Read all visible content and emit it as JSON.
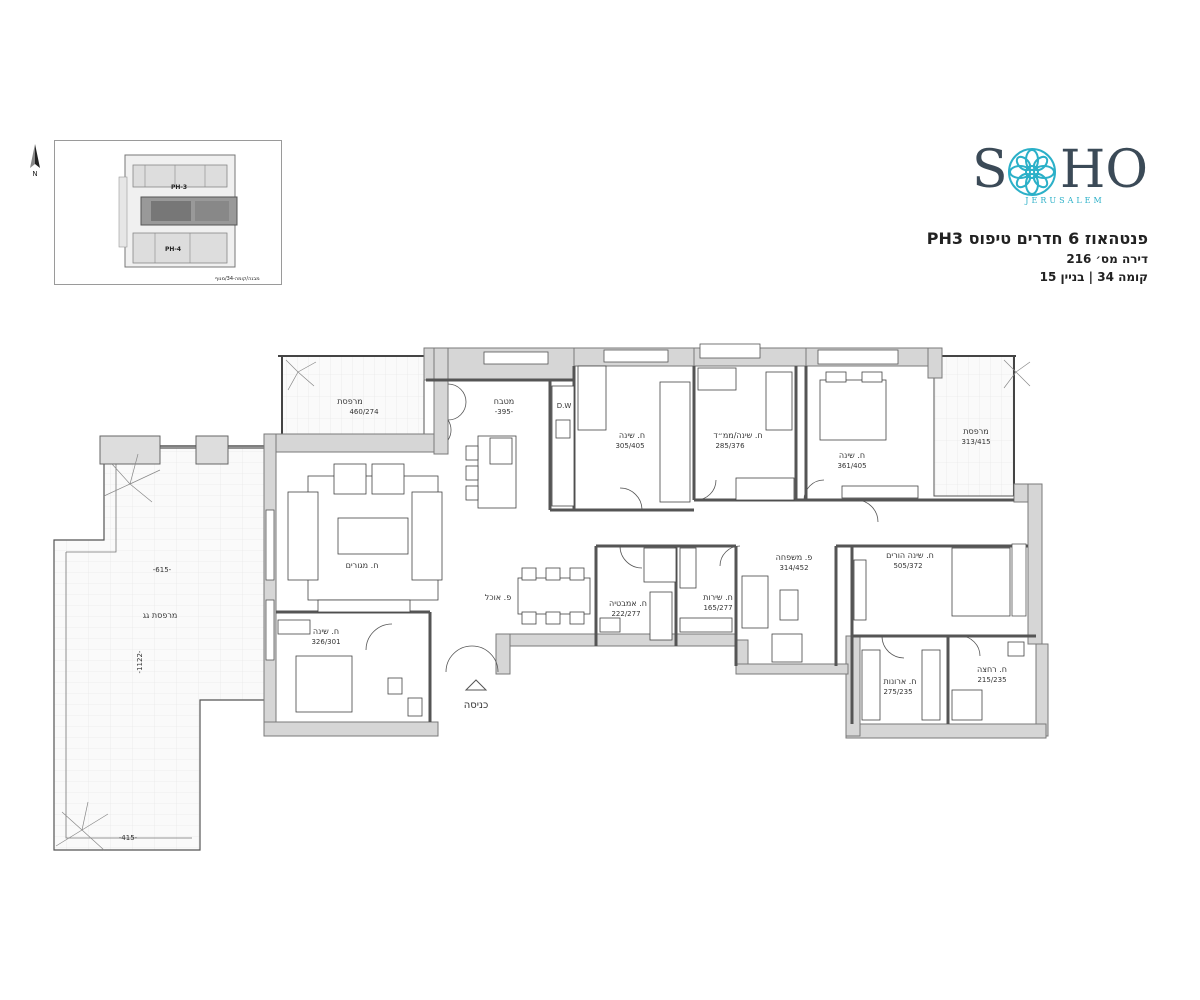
{
  "title": "פנטהאוז 6 חדרים טיפוס PH3",
  "apartment_number": "דירה מס׳ 216",
  "floor_building": "קומה 34 | בניין 15",
  "logo": {
    "left": "S",
    "right": "HO",
    "sub": "JERUSALEM",
    "colors": {
      "text": "#3b4a57",
      "accent": "#2bb0c8"
    }
  },
  "compass": {
    "label": "N"
  },
  "keyplan": {
    "unit_a": "PH-3",
    "unit_b": "PH-4",
    "footer": "מבנה/קומה-34/מנוף"
  },
  "entrance": "כניסה",
  "rooms": {
    "balcony_nw": {
      "name": "מרפסת",
      "size": "460/274"
    },
    "kitchen": {
      "name": "מטבח",
      "size": "-395-"
    },
    "dw": "D.W",
    "bedroom_1": {
      "name": "ח. שינה",
      "size": "305/405"
    },
    "bedroom_mamad": {
      "name": "ח. שינה/ממ״ד",
      "size": "285/376"
    },
    "bedroom_2": {
      "name": "ח. שינה",
      "size": "361/405"
    },
    "balcony_ne": {
      "name": "מרפסת",
      "size": "313/415"
    },
    "living": {
      "name": "ח. מגורים"
    },
    "dining": {
      "name": "פ. אוכל"
    },
    "roof_terrace": {
      "name": "מרפסת גג",
      "dim_a": "-615-",
      "dim_b": "-1122-",
      "dim_c": "-415-"
    },
    "bedroom_3": {
      "name": "ח. שינה",
      "size": "326/301"
    },
    "bath": {
      "name": "ח. אמבטיה",
      "size": "222/277"
    },
    "service": {
      "name": "ח. שירות",
      "size": "165/277"
    },
    "family": {
      "name": "פ. משפחה",
      "size": "314/452"
    },
    "master": {
      "name": "ח. שינה הורים",
      "size": "505/372"
    },
    "closet": {
      "name": "ח. ארונות",
      "size": "275/235"
    },
    "shower": {
      "name": "ח. רחצה",
      "size": "215/235"
    }
  }
}
